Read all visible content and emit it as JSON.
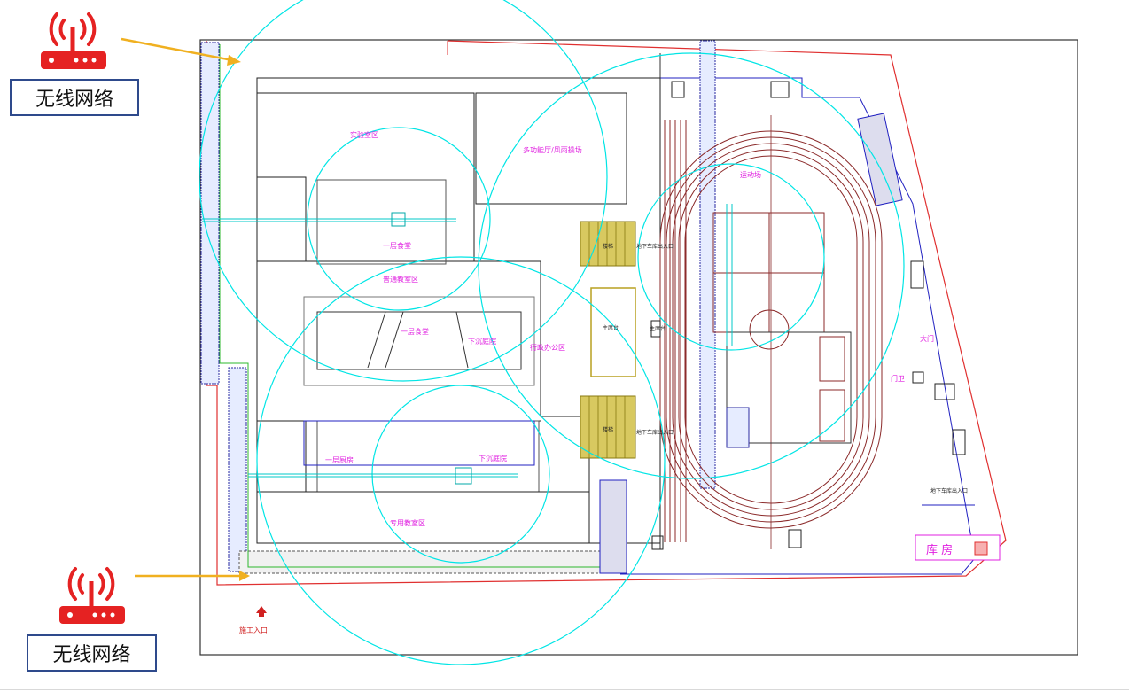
{
  "callouts": [
    {
      "label": "无线网络"
    },
    {
      "label": "无线网络"
    }
  ],
  "zones": {
    "lab_area": "实验室区",
    "multi_hall": "多功能厅/风雨操场",
    "canteen_1f": "一层食堂",
    "general_class": "普通教室区",
    "canteen_1f_b": "一层食堂",
    "sunken_court_1": "下沉庭院",
    "admin_office": "行政办公区",
    "special_class": "专用教室区",
    "sunken_court_2": "下沉庭院",
    "kitchen_1f": "一层厨房",
    "sports_field": "运动场",
    "main_gate": "大门",
    "guard": "门卫",
    "warehouse": "库 房",
    "construction_entrance": "施工入口",
    "stairs_1": "楼梯",
    "stairs_2": "楼梯",
    "main_stage": "主席台",
    "podium": "主席台",
    "underground_entrance_1": "地下车库出入口",
    "underground_entrance_2": "地下车库出入口",
    "underground_exit": "地下车库出入口"
  },
  "colors": {
    "coverage": "#00e5e5",
    "building": "#222222",
    "site_boundary": "#e03030",
    "road_blue": "#2020c0",
    "zone_label": "#e020e0",
    "track": "#8b2a2a",
    "stairs": "#b8a020",
    "arrow": "#f0b020",
    "router_red": "#e52222",
    "callout_border": "#2e4a8c"
  },
  "icons": [
    "wifi-router-icon",
    "arrow-icon"
  ]
}
